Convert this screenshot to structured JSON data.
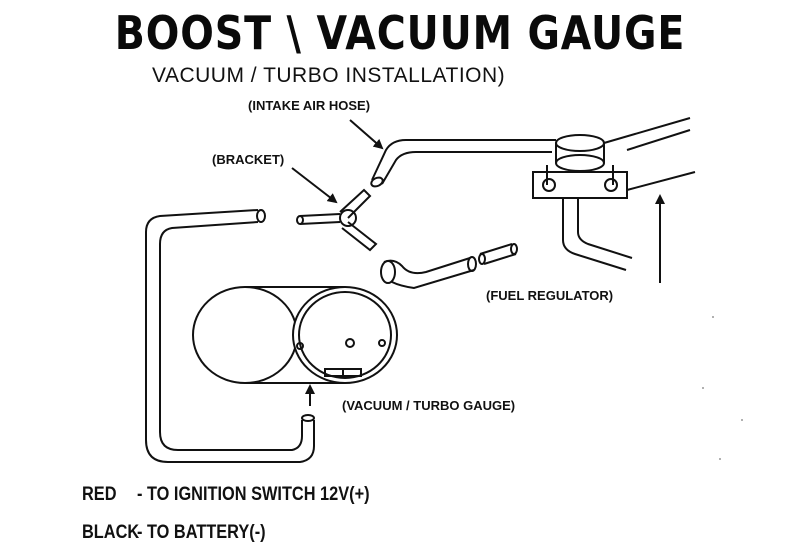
{
  "title": "BOOST \\ VACUUM GAUGE",
  "subtitle": "VACUUM / TURBO INSTALLATION)",
  "labels": {
    "intake_air_hose": "(INTAKE AIR HOSE)",
    "bracket": "(BRACKET)",
    "fuel_regulator": "(FUEL REGULATOR)",
    "gauge": "(VACUUM / TURBO GAUGE)"
  },
  "wiring": [
    {
      "wire": "RED",
      "destination": "- TO  IGNITION SWITCH 12V(+)"
    },
    {
      "wire": "BLACK",
      "destination": "- TO BATTERY(-)"
    }
  ]
}
